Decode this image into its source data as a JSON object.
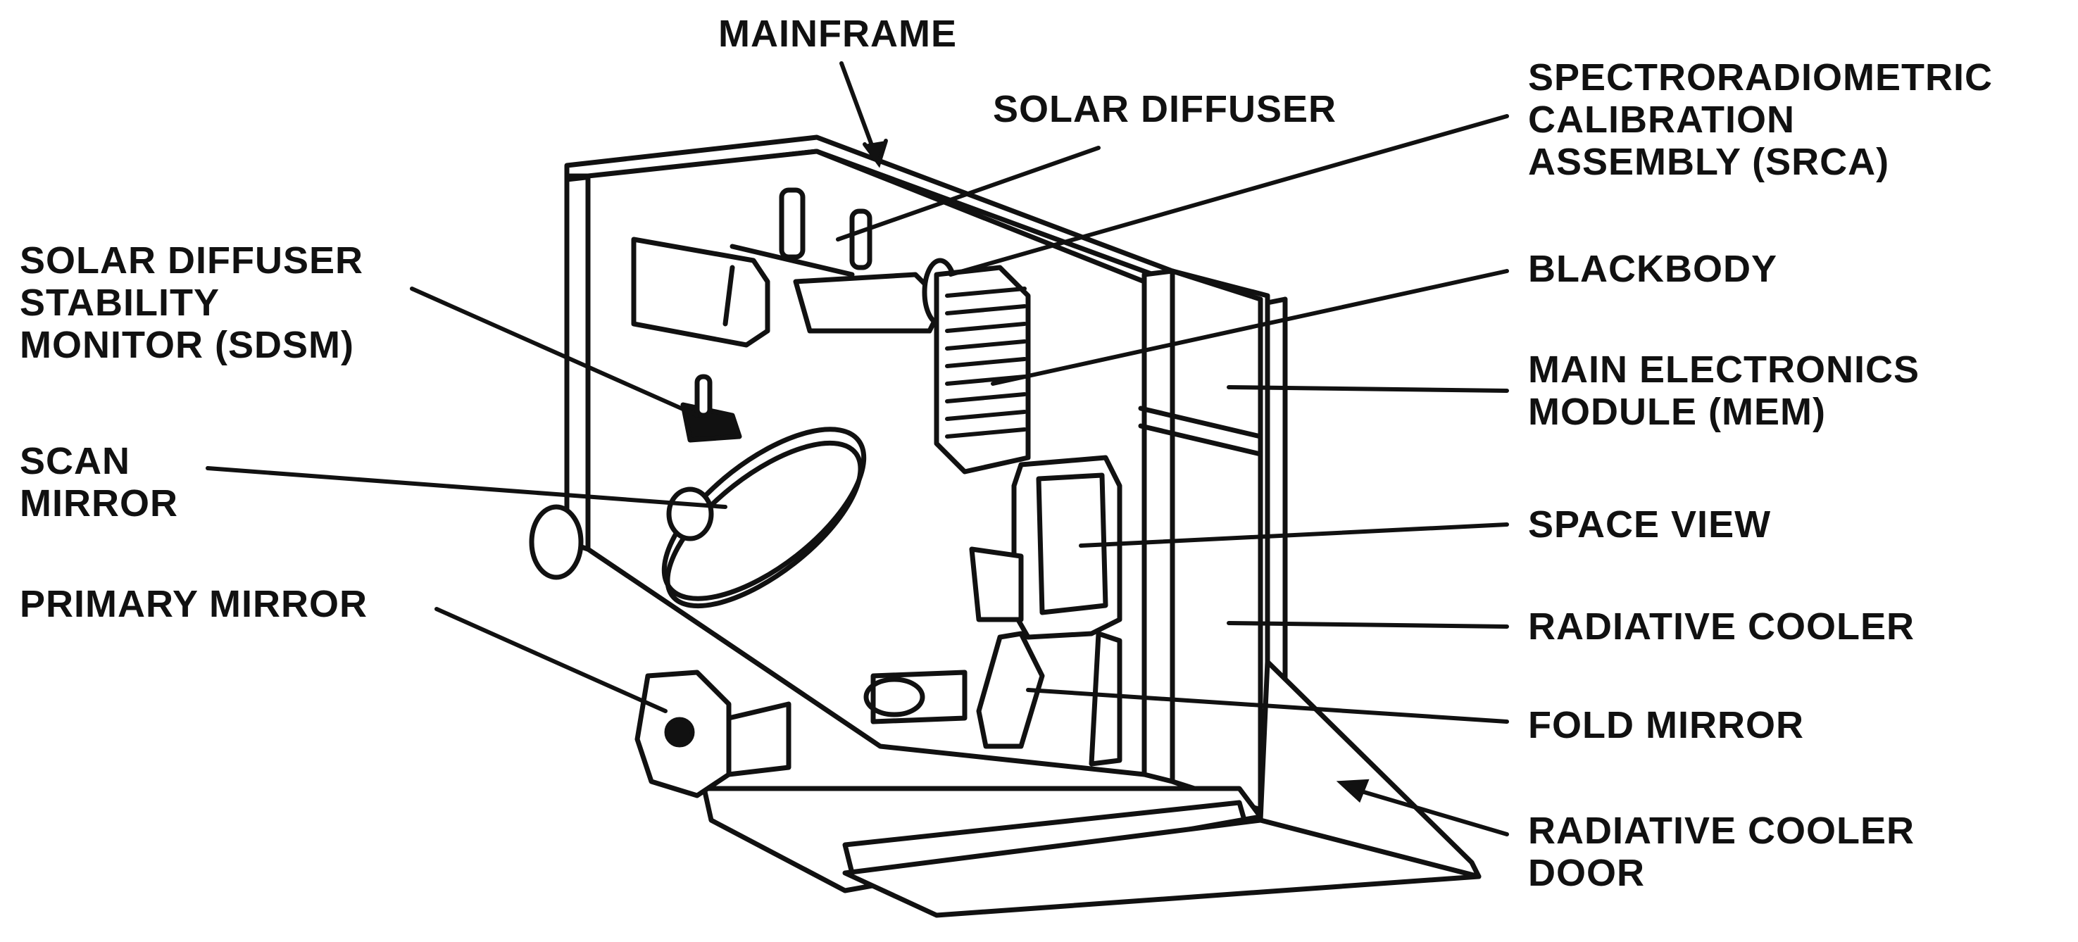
{
  "labels": {
    "mainframe": [
      "MAINFRAME"
    ],
    "solar_diffuser": [
      "SOLAR DIFFUSER"
    ],
    "srca": [
      "SPECTRORADIOMETRIC",
      "CALIBRATION",
      "ASSEMBLY (SRCA)"
    ],
    "sdsm": [
      "SOLAR DIFFUSER",
      "STABILITY",
      "MONITOR (SDSM)"
    ],
    "blackbody": [
      "BLACKBODY"
    ],
    "mem": [
      "MAIN ELECTRONICS",
      "MODULE (MEM)"
    ],
    "scan_mirror": [
      "SCAN",
      "MIRROR"
    ],
    "space_view": [
      "SPACE VIEW"
    ],
    "primary_mirror": [
      "PRIMARY MIRROR"
    ],
    "radiative_cooler": [
      "RADIATIVE COOLER"
    ],
    "fold_mirror": [
      "FOLD MIRROR"
    ],
    "radiative_cooler_door": [
      "RADIATIVE COOLER",
      "DOOR"
    ]
  },
  "colors": {
    "ink": "#111111",
    "paper": "#ffffff"
  }
}
